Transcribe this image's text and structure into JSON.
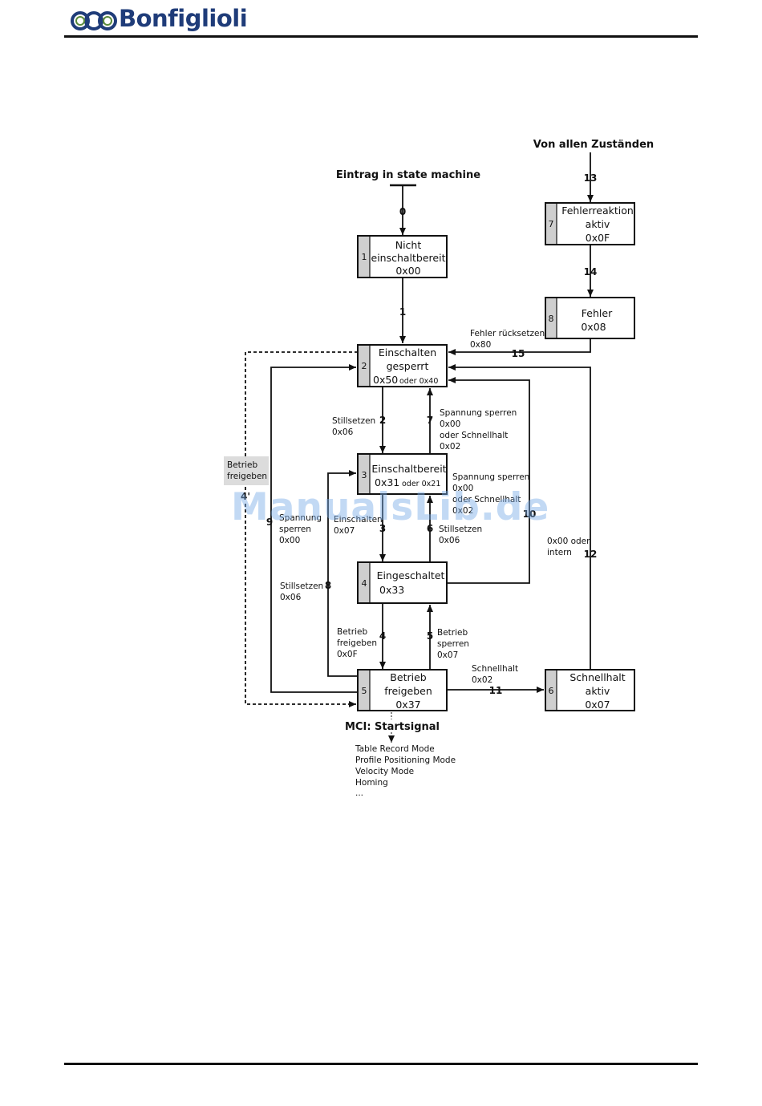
{
  "header": {
    "brand": "Bonfiglioli"
  },
  "diagram": {
    "entry_label": "Eintrag in state machine",
    "from_all_label": "Von allen Zuständen",
    "states": [
      {
        "id": "1",
        "lines": [
          "Nicht",
          "einschaltbereit",
          "0x00"
        ]
      },
      {
        "id": "2",
        "lines": [
          "Einschalten",
          "gesperrt",
          "0x50",
          "oder 0x40"
        ]
      },
      {
        "id": "3",
        "lines": [
          "Einschaltbereit",
          "0x31",
          "oder 0x21"
        ]
      },
      {
        "id": "4",
        "lines": [
          "Eingeschaltet",
          "0x33"
        ]
      },
      {
        "id": "5",
        "lines": [
          "Betrieb",
          "freigeben",
          "0x37"
        ]
      },
      {
        "id": "6",
        "lines": [
          "Schnellhalt",
          "aktiv",
          "0x07"
        ]
      },
      {
        "id": "7",
        "lines": [
          "Fehlerreaktion",
          "aktiv",
          "0x0F"
        ]
      },
      {
        "id": "8",
        "lines": [
          "Fehler",
          "0x08"
        ]
      }
    ],
    "transitions": {
      "t0": "0",
      "t1": "1",
      "t2": "2",
      "t3": "3",
      "t4": "4",
      "t4p": "4'",
      "t5": "5",
      "t6": "6",
      "t7": "7",
      "t8": "8",
      "t9": "9",
      "t10": "10",
      "t11": "11",
      "t12": "12",
      "t13": "13",
      "t14": "14",
      "t15": "15"
    },
    "annotations": {
      "fehler_ruecksetzen": [
        "Fehler rücksetzen",
        "0x80"
      ],
      "stillsetzen_2": [
        "Stillsetzen",
        "0x06"
      ],
      "spannung_7": [
        "Spannung sperren",
        "0x00",
        "oder Schnellhalt",
        "0x02"
      ],
      "spannung_10": [
        "Spannung sperren",
        "0x00",
        "oder Schnellhalt",
        "0x02"
      ],
      "betrieb_freigeben_4p": [
        "Betrieb",
        "freigeben"
      ],
      "spannung_9": [
        "Spannung",
        "sperren",
        "0x00"
      ],
      "einschalten_3": [
        "Einschalten",
        "0x07"
      ],
      "stillsetzen_6": [
        "Stillsetzen",
        "0x06"
      ],
      "intern_12": [
        "0x00 oder",
        "intern"
      ],
      "stillsetzen_8": [
        "Stillsetzen",
        "0x06"
      ],
      "betrieb_freigeben_4": [
        "Betrieb",
        "freigeben",
        "0x0F"
      ],
      "betrieb_sperren_5": [
        "Betrieb",
        "sperren",
        "0x07"
      ],
      "schnellhalt_11": [
        "Schnellhalt",
        "0x02"
      ]
    },
    "mci_label": "MCI: Startsignal",
    "modes": [
      "Table Record Mode",
      "Profile Positioning Mode",
      "Velocity Mode",
      "Homing",
      "..."
    ]
  },
  "watermark": "ManualsLib.de"
}
